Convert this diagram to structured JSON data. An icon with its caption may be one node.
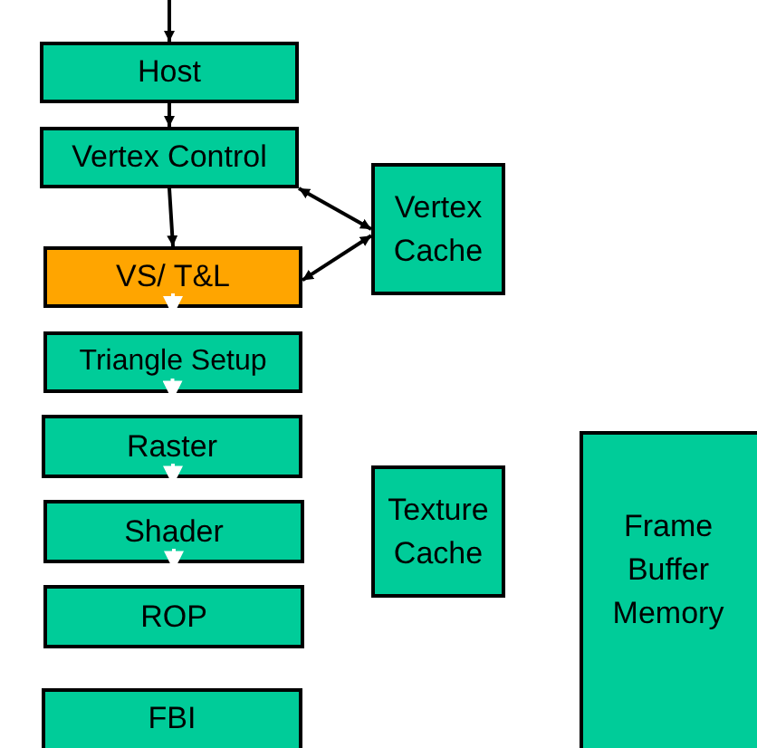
{
  "diagram": {
    "nodes": [
      {
        "text": [
          "Host"
        ]
      },
      {
        "text": [
          "Vertex Control"
        ]
      },
      {
        "text": [
          "VS/ T&L"
        ]
      },
      {
        "text": [
          "Triangle Setup"
        ]
      },
      {
        "text": [
          "Raster"
        ]
      },
      {
        "text": [
          "Shader"
        ]
      },
      {
        "text": [
          "ROP"
        ]
      },
      {
        "text": [
          "FBI"
        ]
      },
      {
        "text": [
          "Vertex Cache"
        ]
      },
      {
        "text": [
          "Texture Cache"
        ]
      },
      {
        "text": [
          "Frame Buffer Memory"
        ]
      }
    ],
    "edges": [
      {
        "from": null,
        "to": 0,
        "arrow": "to"
      },
      {
        "from": 0,
        "to": 1,
        "arrow": "to"
      },
      {
        "from": 1,
        "to": 2,
        "arrow": "to"
      },
      {
        "from": 1,
        "to": 8,
        "arrow": "both"
      },
      {
        "from": 2,
        "to": 8,
        "arrow": "both"
      },
      {
        "from": 2,
        "to": 3,
        "arrow": "to",
        "color": "#ffffff"
      },
      {
        "from": 3,
        "to": 4,
        "arrow": "to",
        "color": "#ffffff"
      },
      {
        "from": 4,
        "to": 5,
        "arrow": "to",
        "color": "#ffffff"
      },
      {
        "from": 5,
        "to": 6,
        "arrow": "to",
        "color": "#ffffff"
      }
    ]
  }
}
